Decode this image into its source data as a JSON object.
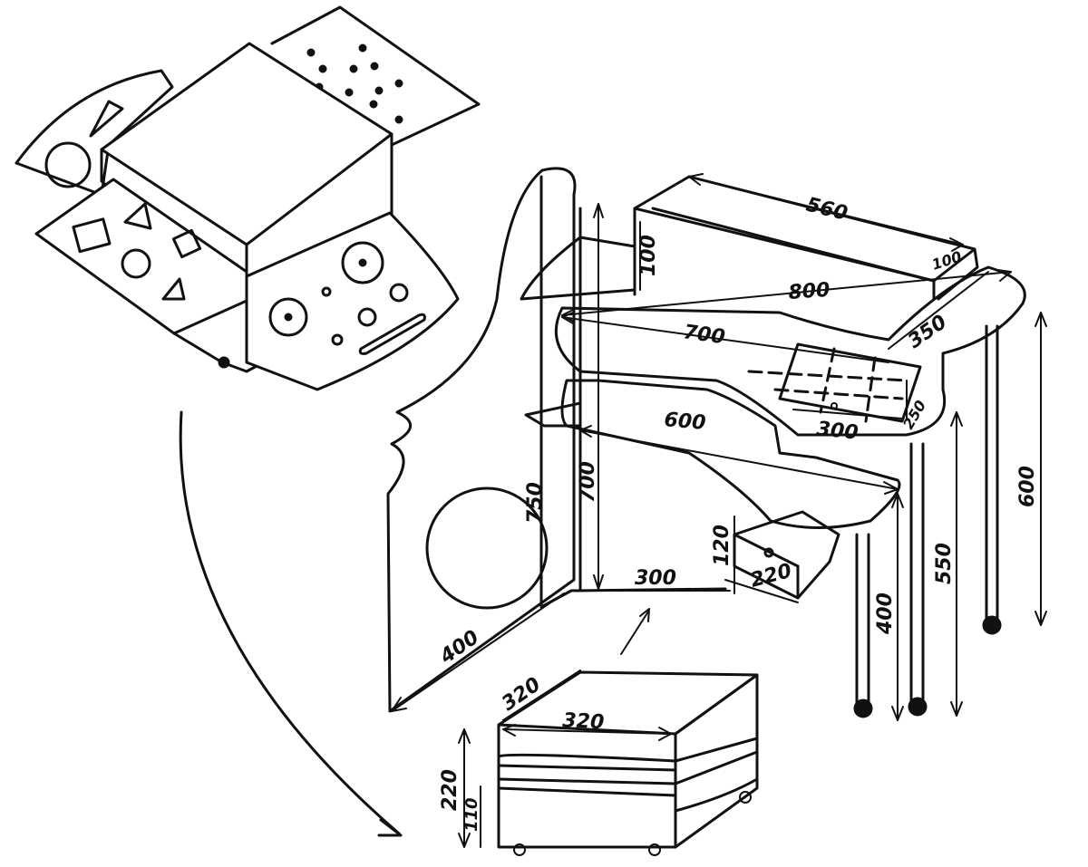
{
  "dimensions": {
    "top_shelf_length": "560",
    "top_shelf_height": "100",
    "top_shelf_depth": "100",
    "desk_length": "800",
    "desk_depth": "350",
    "mid_shelf_length": "700",
    "keyboard_width": "300",
    "keyboard_depth": "250",
    "low_shelf_length": "600",
    "drawer_height": "120",
    "drawer_width": "220",
    "base_width": "300",
    "tower_height": "750",
    "post_height": "700",
    "floor_depth": "400",
    "leg_height_right": "600",
    "leg_height_middle": "550",
    "leg_height_left": "400",
    "cabinet_depth": "320",
    "cabinet_width": "320",
    "cabinet_height": "220",
    "cabinet_lower_height": "110"
  }
}
